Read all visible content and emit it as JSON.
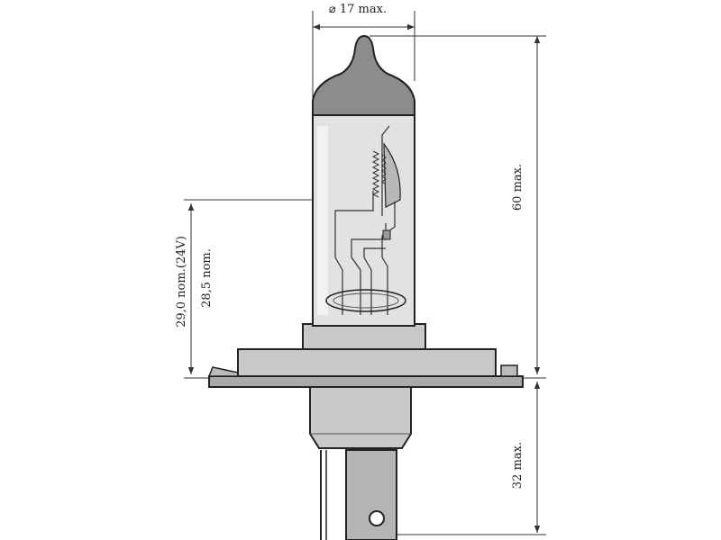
{
  "dimensions": {
    "diameter": "⌀ 17 max.",
    "overall_height": "60 max.",
    "base_length": "32 max.",
    "height_24v": "29,0  nom.(24V)",
    "height_nom": "28,5 nom."
  },
  "colors": {
    "glass": "#e2e2e2",
    "cap": "#8c8c8c",
    "base": "#c8c8c8",
    "base_dark": "#aaaaaa",
    "line": "#222222"
  }
}
